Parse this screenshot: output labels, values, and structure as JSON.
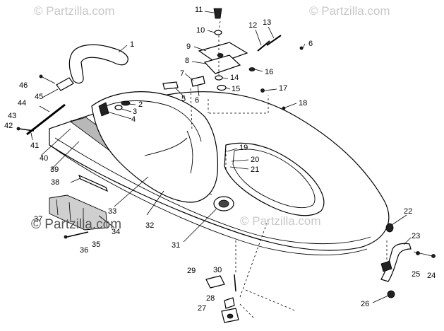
{
  "watermarks": [
    "© Partzilla.com",
    "© Partzilla.com",
    "© Partzilla.com",
    "© Partzilla.com"
  ],
  "callouts": {
    "c1": "1",
    "c2": "2",
    "c3": "3",
    "c4": "4",
    "c5": "5",
    "c6a": "6",
    "c6b": "6",
    "c7": "7",
    "c8": "8",
    "c9": "9",
    "c10": "10",
    "c11": "11",
    "c12": "12",
    "c13": "13",
    "c14": "14",
    "c15": "15",
    "c16": "16",
    "c17": "17",
    "c18": "18",
    "c19": "19",
    "c20": "20",
    "c21": "21",
    "c22": "22",
    "c23": "23",
    "c24": "24",
    "c25": "25",
    "c26": "26",
    "c27": "27",
    "c28": "28",
    "c29": "29",
    "c30": "30",
    "c31": "31",
    "c32": "32",
    "c33": "33",
    "c34": "34",
    "c35": "35",
    "c36": "36",
    "c37": "37",
    "c38": "38",
    "c39": "39",
    "c40": "40",
    "c41": "41",
    "c42": "42",
    "c43": "43",
    "c44": "44",
    "c45": "45",
    "c46": "46"
  }
}
